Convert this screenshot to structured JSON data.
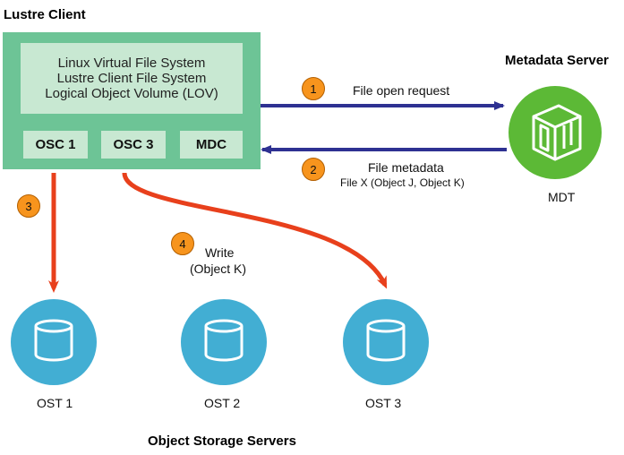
{
  "client": {
    "title": "Lustre Client",
    "lines": [
      "Linux Virtual File System",
      "Lustre Client File System",
      "Logical Object Volume (LOV)"
    ],
    "modules": [
      "OSC 1",
      "OSC 3",
      "MDC"
    ]
  },
  "metadata_server": {
    "title": "Metadata Server",
    "label": "MDT"
  },
  "steps": {
    "s1": {
      "number": "1",
      "label": "File open request"
    },
    "s2": {
      "number": "2",
      "label": "File metadata",
      "detail": "File X (Object J, Object K)"
    },
    "s3": {
      "number": "3"
    },
    "s4": {
      "number": "4",
      "label_line1": "Write",
      "label_line2": "(Object K)"
    }
  },
  "osts": [
    {
      "label": "OST 1"
    },
    {
      "label": "OST 2"
    },
    {
      "label": "OST 3"
    }
  ],
  "oss_title": "Object Storage Servers",
  "colors": {
    "client_green": "#6dc496",
    "client_light": "#c8e8d2",
    "arrow_navy": "#2e3192",
    "arrow_red": "#e8401c",
    "badge_orange": "#f7941d",
    "ost_blue": "#42aed3",
    "mdt_green": "#5cb936"
  }
}
